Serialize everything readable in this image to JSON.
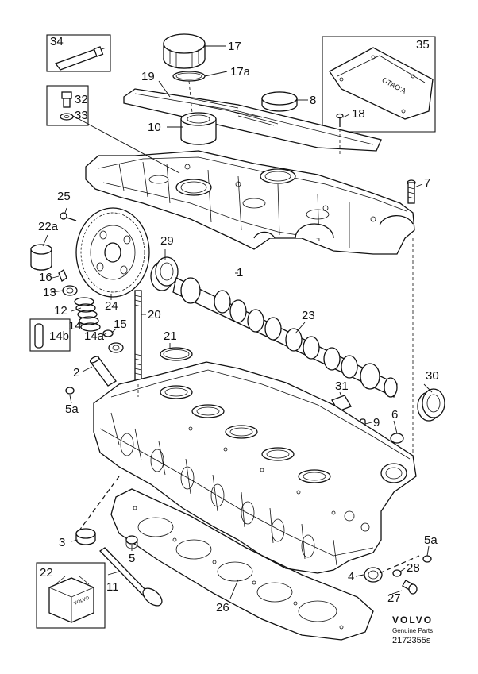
{
  "callouts": [
    "34",
    "17",
    "17a",
    "19",
    "32",
    "33",
    "8",
    "10",
    "18",
    "35",
    "7",
    "25",
    "22a",
    "29",
    "1",
    "16",
    "13",
    "24",
    "20",
    "12",
    "14",
    "14b",
    "15",
    "14a",
    "21",
    "23",
    "2",
    "30",
    "31",
    "5a",
    "9",
    "6",
    "3",
    "5",
    "5a",
    "22",
    "11",
    "4",
    "28",
    "27",
    "26"
  ],
  "footer": {
    "brand": "VOLVO",
    "tagline": "Genuine Parts",
    "code": "2172355s"
  },
  "box_35_text": "OTAO’A",
  "box_22_text": "VOLVO"
}
